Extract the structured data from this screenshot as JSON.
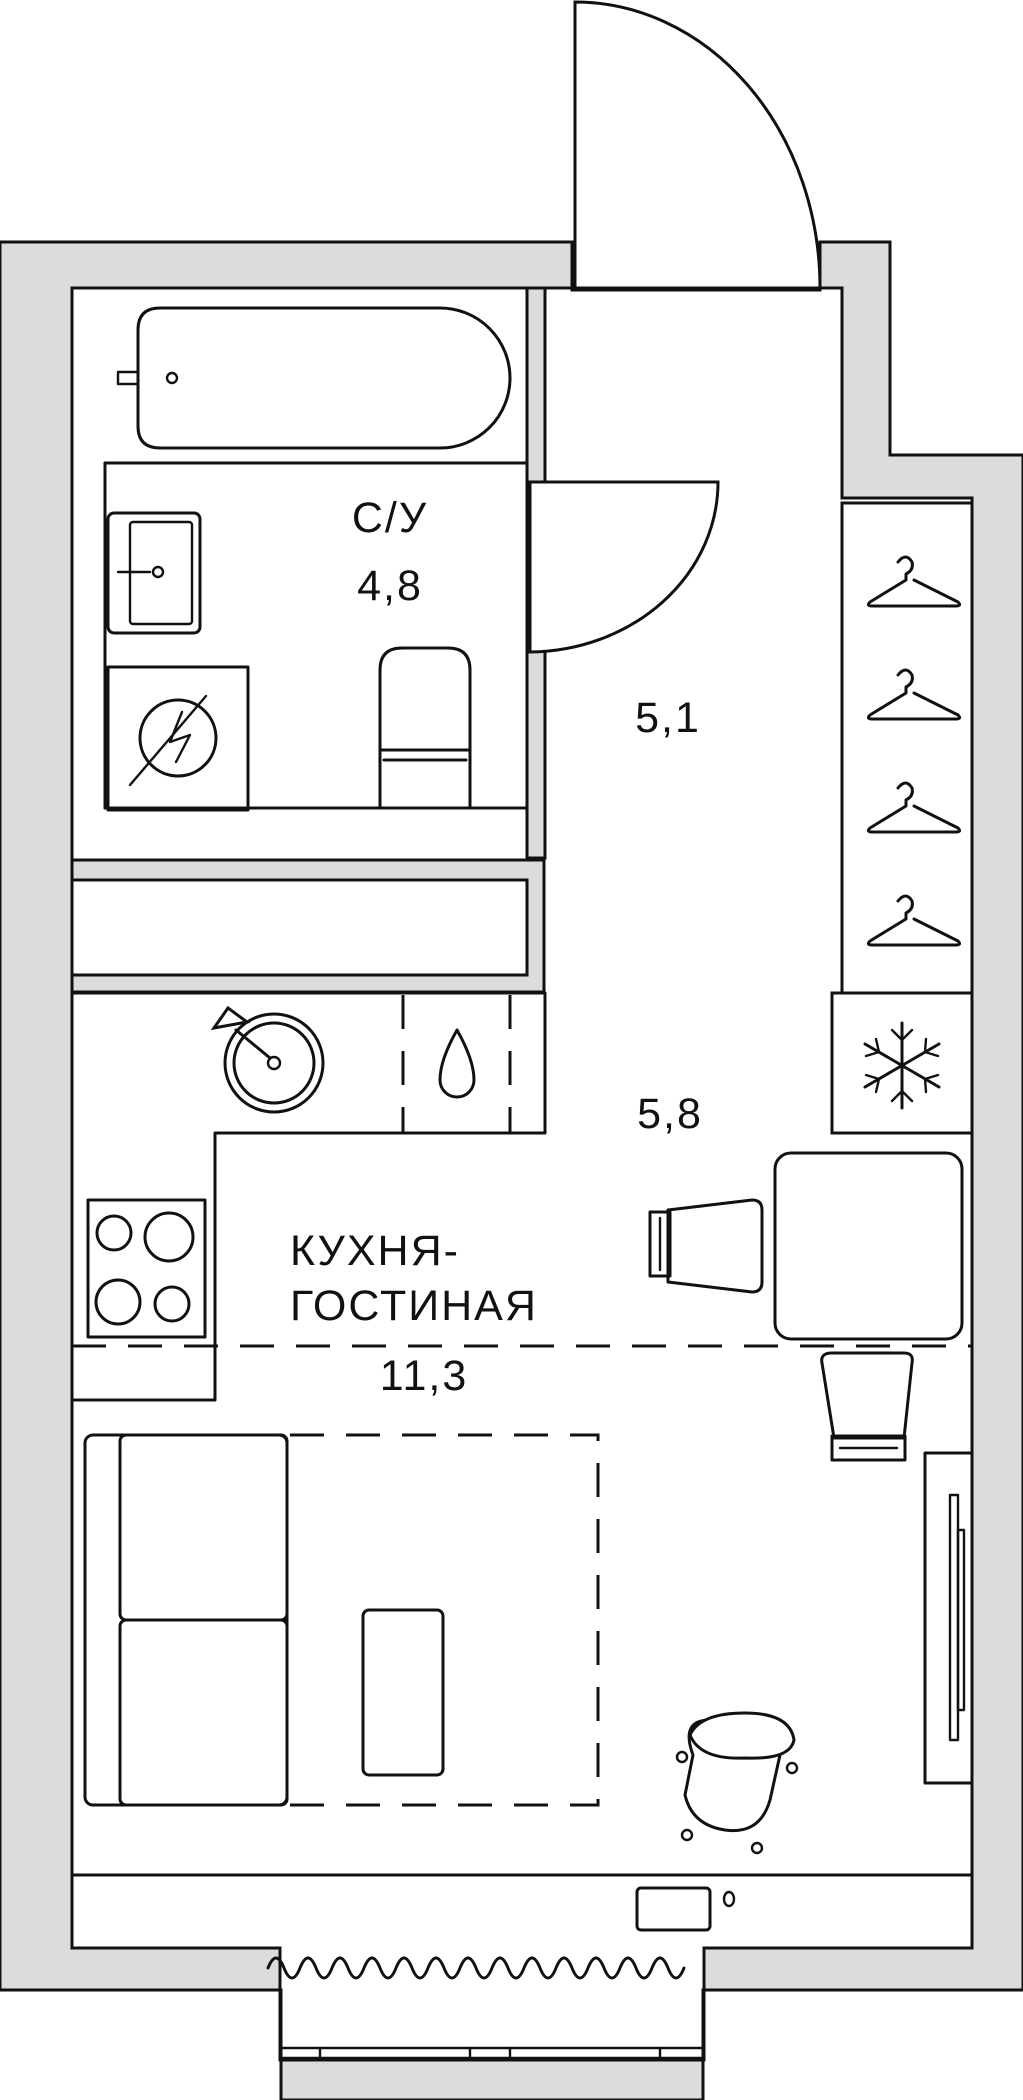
{
  "rooms": {
    "bathroom": {
      "name": "С/У",
      "area": "4,8"
    },
    "hall": {
      "area": "5,1"
    },
    "kitchen": {
      "area": "5,8"
    },
    "living": {
      "name_line1": "КУХНЯ-",
      "name_line2": "ГОСТИНАЯ",
      "area": "11,3"
    }
  },
  "colors": {
    "wall": "#dcdcdc",
    "line": "#111111",
    "floor": "#ffffff"
  },
  "icons": [
    "bathtub-icon",
    "sink-icon",
    "washing-machine-icon",
    "toilet-icon",
    "hanger-icon",
    "snowflake-icon",
    "water-drop-icon",
    "stove-icon",
    "chair-icon",
    "sofa-icon",
    "radiator-icon"
  ]
}
